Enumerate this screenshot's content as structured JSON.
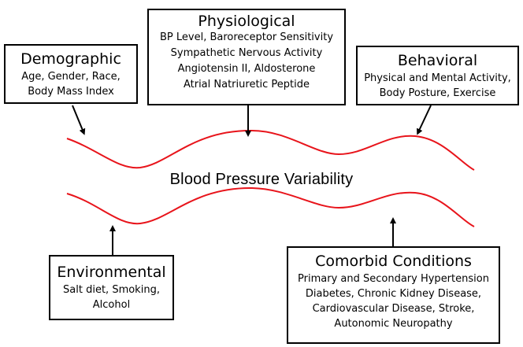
{
  "center_label": "Blood Pressure Variability",
  "boxes": {
    "demographic": {
      "title": "Demographic",
      "lines": [
        "Age, Gender, Race,",
        "Body Mass Index"
      ]
    },
    "physiological": {
      "title": "Physiological",
      "lines": [
        "BP Level, Baroreceptor Sensitivity",
        "Sympathetic Nervous Activity",
        "Angiotensin II, Aldosterone",
        "Atrial Natriuretic Peptide"
      ]
    },
    "behavioral": {
      "title": "Behavioral",
      "lines": [
        "Physical and Mental Activity,",
        "Body Posture, Exercise"
      ]
    },
    "environmental": {
      "title": "Environmental",
      "lines": [
        "Salt diet, Smoking,",
        "Alcohol"
      ]
    },
    "comorbid": {
      "title": "Comorbid Conditions",
      "lines": [
        "Primary and Secondary Hypertension",
        "Diabetes, Chronic Kidney Disease,",
        "Cardiovascular Disease, Stroke,",
        "Autonomic Neuropathy"
      ]
    }
  },
  "colors": {
    "wave": "#e8141b",
    "border": "#000000"
  }
}
